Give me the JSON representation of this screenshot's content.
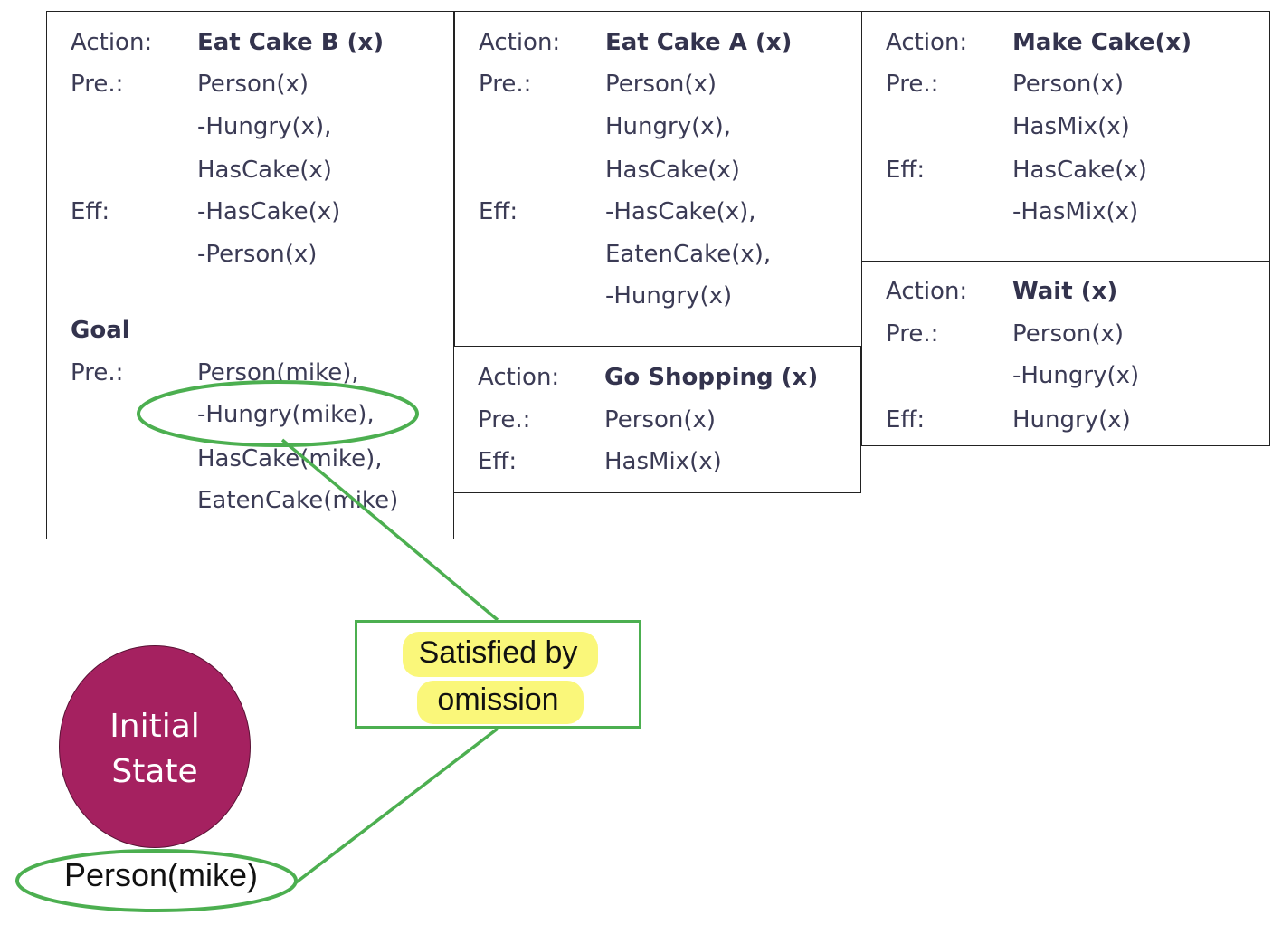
{
  "actions": {
    "eat_cake_b": {
      "action_label": "Action:",
      "name": "Eat Cake B (x)",
      "pre_label": "Pre.:",
      "pre": [
        "Person(x)",
        "-Hungry(x),",
        "HasCake(x)"
      ],
      "eff_label": "Eff:",
      "eff": [
        "-HasCake(x)",
        "-Person(x)"
      ]
    },
    "eat_cake_a": {
      "action_label": "Action:",
      "name": "Eat Cake A (x)",
      "pre_label": "Pre.:",
      "pre": [
        "Person(x)",
        "Hungry(x),",
        "HasCake(x)"
      ],
      "eff_label": "Eff:",
      "eff": [
        "-HasCake(x),",
        "EatenCake(x),",
        "-Hungry(x)"
      ]
    },
    "make_cake": {
      "action_label": "Action:",
      "name": "Make Cake(x)",
      "pre_label": "Pre.:",
      "pre": [
        "Person(x)",
        "HasMix(x)"
      ],
      "eff_label": "Eff:",
      "eff": [
        "HasCake(x)",
        "-HasMix(x)"
      ]
    },
    "go_shopping": {
      "action_label": "Action:",
      "name": "Go Shopping (x)",
      "pre_label": "Pre.:",
      "pre": [
        "Person(x)"
      ],
      "eff_label": "Eff:",
      "eff": [
        "HasMix(x)"
      ]
    },
    "wait": {
      "action_label": "Action:",
      "name": "Wait (x)",
      "pre_label": "Pre.:",
      "pre": [
        "Person(x)",
        "-Hungry(x)"
      ],
      "eff_label": "Eff:",
      "eff": [
        "Hungry(x)"
      ]
    }
  },
  "goal": {
    "title": "Goal",
    "pre_label": "Pre.:",
    "pre": [
      "Person(mike),",
      "-Hungry(mike),",
      "HasCake(mike),",
      "EatenCake(mike)"
    ]
  },
  "callout": {
    "line1": "Satisfied by",
    "line2": "omission"
  },
  "initial_state": {
    "line1": "Initial",
    "line2": "State",
    "fact": "Person(mike)"
  },
  "colors": {
    "circle": "#a52160",
    "annotation": "#4caf50",
    "highlight": "#faf77a",
    "text": "#3b3b55"
  }
}
